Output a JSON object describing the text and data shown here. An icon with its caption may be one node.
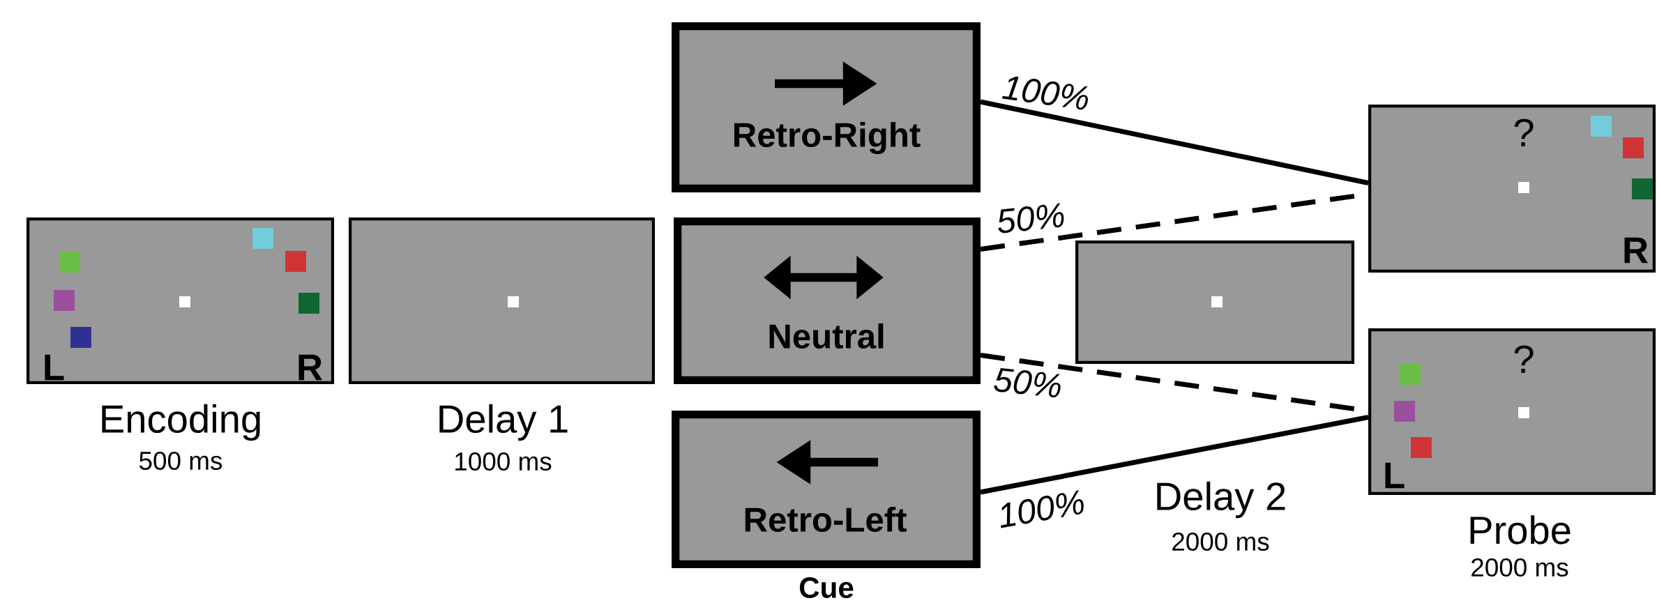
{
  "diagram": {
    "nodes": [
      {
        "text": [
          "L",
          "R"
        ],
        "beside": [
          "Encoding",
          "500 ms"
        ]
      },
      {
        "text": [],
        "shape": "box",
        "beside": [
          "Delay 1",
          "1000 ms"
        ]
      },
      {
        "text": [
          "Retro-Right"
        ]
      },
      {
        "text": [
          "Neutral"
        ]
      },
      {
        "text": [
          "Retro-Left"
        ]
      },
      {
        "text": [],
        "shape": "box",
        "beside": [
          "Delay 2",
          "2000 ms"
        ]
      },
      {
        "text": [
          "?",
          "R"
        ]
      },
      {
        "text": [
          "?",
          "L"
        ],
        "beside": [
          "Probe",
          "2000 ms"
        ]
      }
    ],
    "edges": [
      {
        "from": 2,
        "to": 6,
        "arrow": "none",
        "label": "100%"
      },
      {
        "from": 3,
        "to": 6,
        "arrow": "none",
        "label": "50%",
        "style": "dashed"
      },
      {
        "from": 3,
        "to": 7,
        "arrow": "none",
        "label": "50%",
        "style": "dashed"
      },
      {
        "from": 4,
        "to": 7,
        "arrow": "none",
        "label": "100%"
      }
    ],
    "labels": [
      "Cue"
    ]
  }
}
